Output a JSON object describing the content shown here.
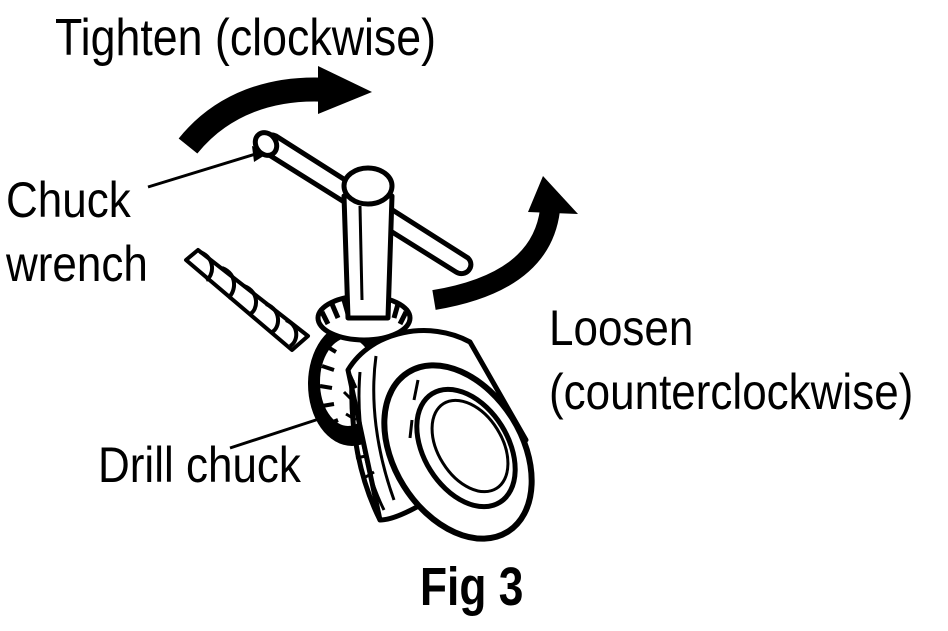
{
  "labels": {
    "tighten": "Tighten (clockwise)",
    "chuck_wrench_line1": "Chuck",
    "chuck_wrench_line2": "wrench",
    "loosen_line1": "Loosen",
    "loosen_line2": "(counterclockwise)",
    "drill_chuck": "Drill chuck"
  },
  "caption": "Fig 3",
  "colors": {
    "ink": "#000000",
    "paper": "#ffffff"
  }
}
